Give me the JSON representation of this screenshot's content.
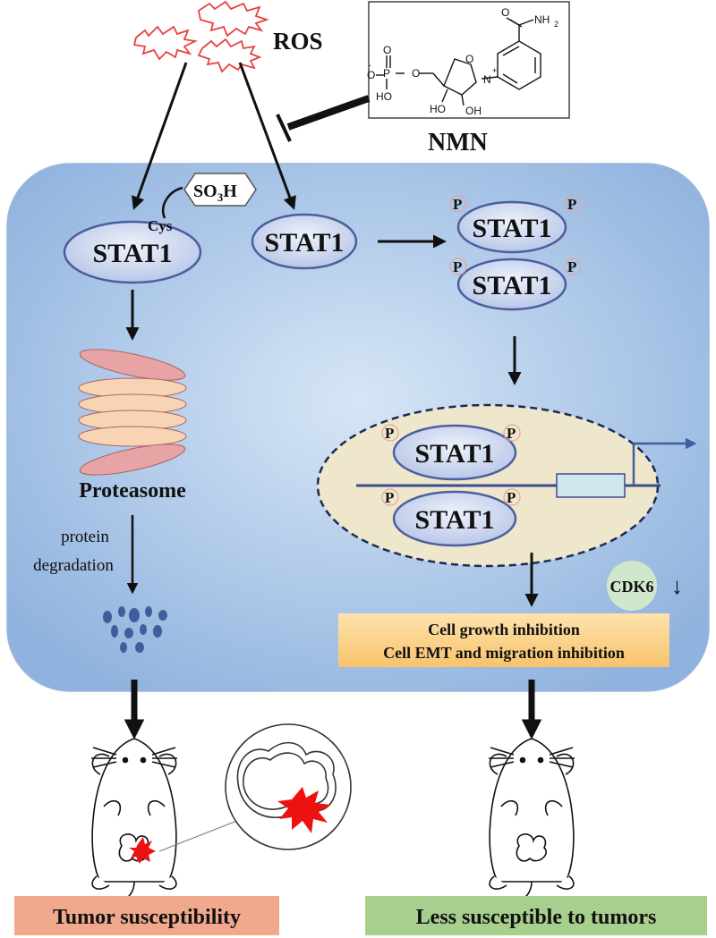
{
  "labels": {
    "ros": "ROS",
    "nmn": "NMN",
    "stat1": "STAT1",
    "cys": "Cys",
    "so3h_main": "SO",
    "so3h_sub": "3",
    "so3h_tail": "H",
    "phospho": "P",
    "proteasome": "Proteasome",
    "protein_degradation_1": "protein",
    "protein_degradation_2": "degradation",
    "cdk6": "CDK6",
    "cdk6_arrow": "↓",
    "cell_growth": "Cell growth inhibition",
    "cell_emt": "Cell EMT and migration inhibition",
    "tumor_susceptibility": "Tumor susceptibility",
    "less_susceptible": "Less susceptible to tumors"
  },
  "chem": {
    "nh2": "NH",
    "nh2_sub": "2",
    "o": "O",
    "o_minus": "-",
    "p": "P",
    "ho": "HO",
    "oh": "OH",
    "n": "N",
    "n_plus": "+"
  },
  "colors": {
    "cell": "#a9c6e8",
    "nucleus": "#efe7cc",
    "stat_fill": "#d2dcf2",
    "stat_stroke": "#4b5f9e",
    "proteasome_pink": "#e8a4a4",
    "proteasome_peach": "#f8d4b4",
    "fragment": "#3f5e9c",
    "orange_box": "#fbd38a",
    "cdk6_circle": "#cfe8cc",
    "tumor_box": "#f0a98d",
    "less_box": "#a7d08f",
    "tumor_red": "#ee1111",
    "ros_red": "#e84141"
  }
}
